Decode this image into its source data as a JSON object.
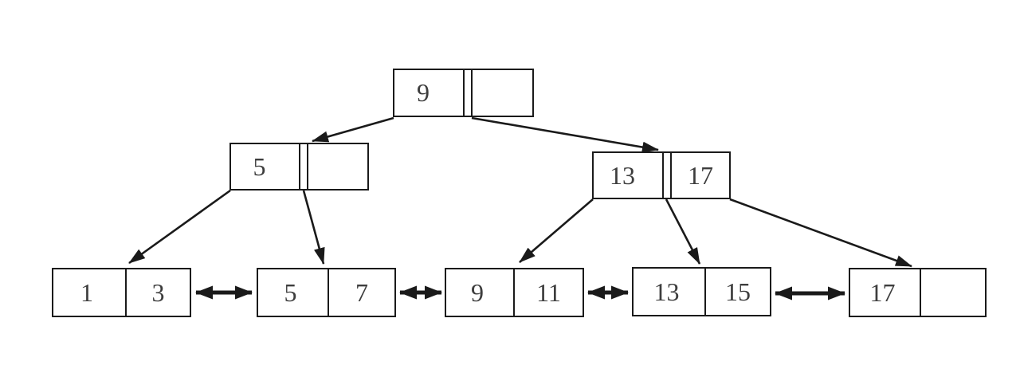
{
  "tree": {
    "root": {
      "key": "9",
      "key2": ""
    },
    "internal_left": {
      "key": "5",
      "key2": ""
    },
    "internal_right": {
      "key": "13",
      "key2": "17"
    },
    "leaves": [
      {
        "key": "1",
        "key2": "3"
      },
      {
        "key": "5",
        "key2": "7"
      },
      {
        "key": "9",
        "key2": "11"
      },
      {
        "key": "13",
        "key2": "15"
      },
      {
        "key": "17",
        "key2": ""
      }
    ]
  },
  "colors": {
    "line": "#1a1a1a",
    "text": "#3d3d3d",
    "background": "#ffffff"
  }
}
